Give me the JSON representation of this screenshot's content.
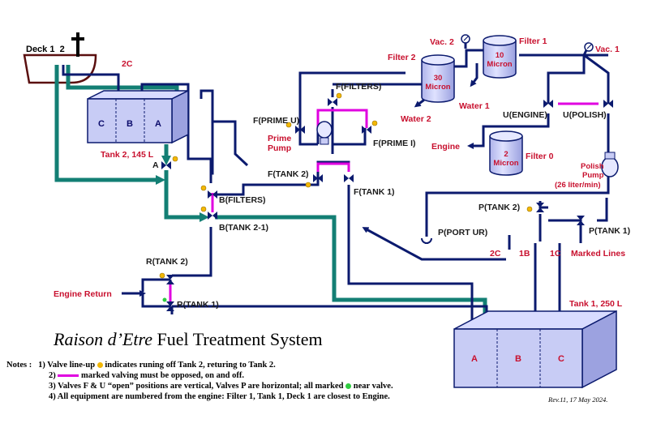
{
  "title": {
    "italic": "Raison d’Etre",
    "rest": " Fuel Treatment System"
  },
  "revision": "Rev.11, 17 May 2024.",
  "notes": {
    "prefix": "Notes :",
    "n1a": "1) Valve line-up",
    "n1b": "indicates runing off Tank 2, returing to Tank 2.",
    "n2a": "2)",
    "n2b": "marked valving must be opposed, on and off.",
    "n3a": "3) Valves F & U “open” positions are vertical, Valves P are horizontal; all marked",
    "n3b": "near valve.",
    "n4": "4) All equipment are numbered from the engine: Filter 1, Tank 1, Deck 1 are closest to Engine."
  },
  "deck": {
    "label": "Deck 1  2"
  },
  "tank2": {
    "compartments": [
      "C",
      "B",
      "A"
    ],
    "label": "Tank 2, 145 L"
  },
  "tank1": {
    "compartments": [
      "A",
      "B",
      "C"
    ],
    "label": "Tank 1, 250 L"
  },
  "filters": {
    "filter1": {
      "label": "Filter 1",
      "rating": [
        "10",
        "Micron"
      ]
    },
    "filter2": {
      "label": "Filter 2",
      "rating": [
        "30",
        "Micron"
      ]
    },
    "filter0": {
      "label": "Filter 0",
      "rating": [
        "2",
        "Micron"
      ]
    }
  },
  "labels": {
    "vac2": "Vac. 2",
    "vac1": "Vac. 1",
    "water1": "Water 1",
    "water2": "Water 2",
    "engine": "Engine",
    "engine_return": "Engine Return",
    "prime_pump": [
      "Prime",
      "Pump"
    ],
    "polish_pump": [
      "Polish",
      "Pump",
      "(26 liter/min)"
    ],
    "marked_lines": "Marked Lines",
    "line_2c_top": "2C",
    "line_2c": "2C",
    "line_1b": "1B",
    "line_1c": "1C"
  },
  "valves": {
    "A": "A",
    "B_filters": "B(FILTERS)",
    "B_tank21": "B(TANK 2-1)",
    "R_tank2": "R(TANK 2)",
    "R_tank1": "R(TANK 1)",
    "F_filters": "F(FILTERS)",
    "F_primeU": "F(PRIME U)",
    "F_primeI": "F(PRIME I)",
    "F_tank2": "F(TANK 2)",
    "F_tank1": "F(TANK 1)",
    "U_engine": "U(ENGINE)",
    "U_polish": "U(POLISH)",
    "P_tank2": "P(TANK 2)",
    "P_tank1": "P(TANK 1)",
    "P_portur": "P(PORT UR)"
  },
  "colors": {
    "pipe": "#0b1a6e",
    "teal": "#137f74",
    "red_label": "#c8102e",
    "magenta": "#e000e0",
    "tank_fill": "#c8ccf5",
    "indicator_yellow": "#f2b705",
    "indicator_green": "#2ecc40"
  }
}
